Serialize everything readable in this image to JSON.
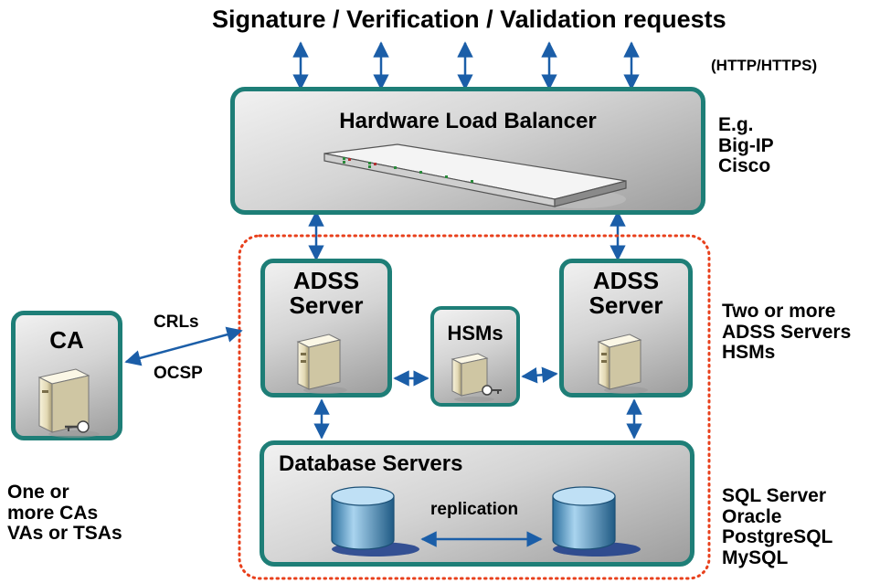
{
  "header": {
    "title": "Signature / Verification / Validation requests",
    "protocol": "(HTTP/HTTPS)"
  },
  "load_balancer": {
    "title": "Hardware Load Balancer",
    "examples": [
      "E.g.",
      "Big-IP",
      "Cisco"
    ]
  },
  "adss_left": {
    "title_line1": "ADSS",
    "title_line2": "Server"
  },
  "adss_right": {
    "title_line1": "ADSS",
    "title_line2": "Server"
  },
  "hsm": {
    "title": "HSMs"
  },
  "ca": {
    "title": "CA",
    "link_top": "CRLs",
    "link_bottom": "OCSP"
  },
  "cluster_note": [
    "Two or more",
    "ADSS Servers",
    "HSMs"
  ],
  "ca_note": [
    "One or",
    "more CAs",
    "VAs or TSAs"
  ],
  "database": {
    "title": "Database Servers",
    "replication": "replication",
    "products": [
      "SQL Server",
      "Oracle",
      "PostgreSQL",
      "MySQL"
    ]
  },
  "colors": {
    "box_border": "#1e7e77",
    "arrow": "#1b5ea8",
    "cluster_border": "#e8401c",
    "cylinder": "#6fa8cc"
  }
}
